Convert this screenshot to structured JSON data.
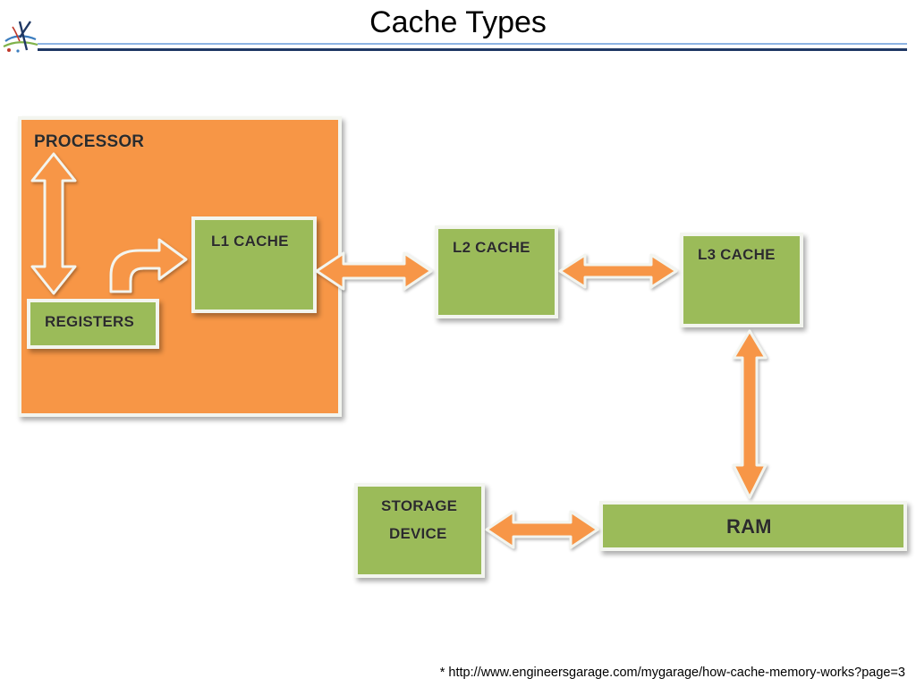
{
  "slide": {
    "title": "Cache Types",
    "footnote": "* http://www.engineersgarage.com/mygarage/how-cache-memory-works?page=3",
    "logo_icon": "institution-logo-icon"
  },
  "colors": {
    "processor_fill": "#f79646",
    "box_fill": "#9bbb59",
    "arrow_fill": "#f79646",
    "arrow_outline": "#f3f5ef",
    "rule_dark": "#1f3864",
    "rule_light": "#8eb4e3"
  },
  "diagram": {
    "processor": {
      "label": "PROCESSOR"
    },
    "registers": {
      "label": "REGISTERS"
    },
    "l1": {
      "label": "L1 CACHE"
    },
    "l2": {
      "label": "L2 CACHE"
    },
    "l3": {
      "label": "L3 CACHE"
    },
    "ram": {
      "label": "RAM"
    },
    "storage": {
      "label_line1": "STORAGE",
      "label_line2": "DEVICE"
    },
    "connections": [
      {
        "from": "processor",
        "to": "registers",
        "kind": "bidirectional"
      },
      {
        "from": "registers",
        "to": "l1",
        "kind": "directed"
      },
      {
        "from": "l1",
        "to": "l2",
        "kind": "bidirectional"
      },
      {
        "from": "l2",
        "to": "l3",
        "kind": "bidirectional"
      },
      {
        "from": "l3",
        "to": "ram",
        "kind": "bidirectional"
      },
      {
        "from": "ram",
        "to": "storage",
        "kind": "bidirectional"
      }
    ]
  }
}
